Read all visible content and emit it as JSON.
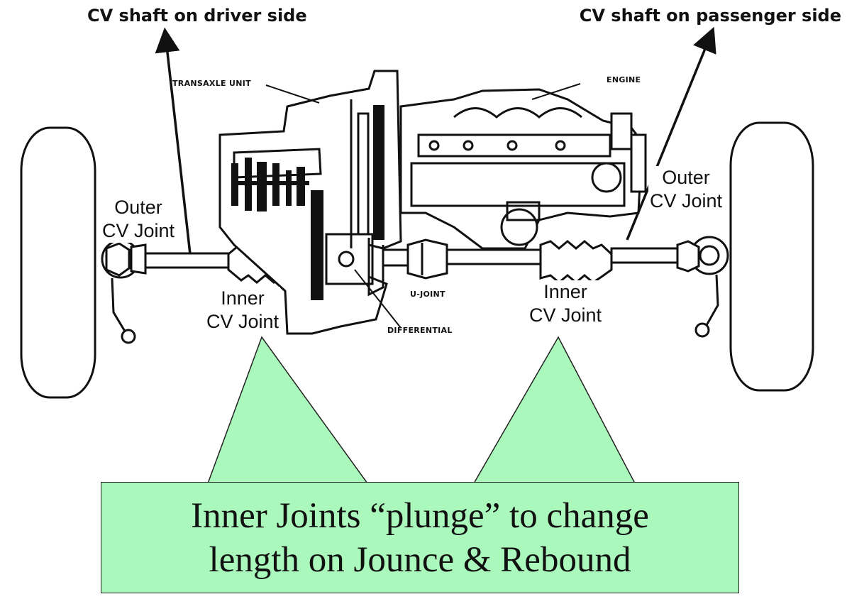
{
  "headers": {
    "driver_side": "CV shaft on driver side",
    "passenger_side": "CV shaft on passenger side"
  },
  "labels": {
    "outer_left": [
      "Outer",
      "CV Joint"
    ],
    "inner_left": [
      "Inner",
      "CV Joint"
    ],
    "inner_right": [
      "Inner",
      "CV Joint"
    ],
    "outer_right": [
      "Outer",
      "CV Joint"
    ]
  },
  "diagram_labels": {
    "transaxle": "TRANSAXLE UNIT",
    "engine": "ENGINE",
    "ujoint": "U-JOINT",
    "differential": "DIFFERENTIAL"
  },
  "callout": {
    "line1": "Inner Joints “plunge” to change",
    "line2": "length on Jounce & Rebound"
  },
  "colors": {
    "callout_fill": "#aaf8bb",
    "ink": "#111111"
  }
}
